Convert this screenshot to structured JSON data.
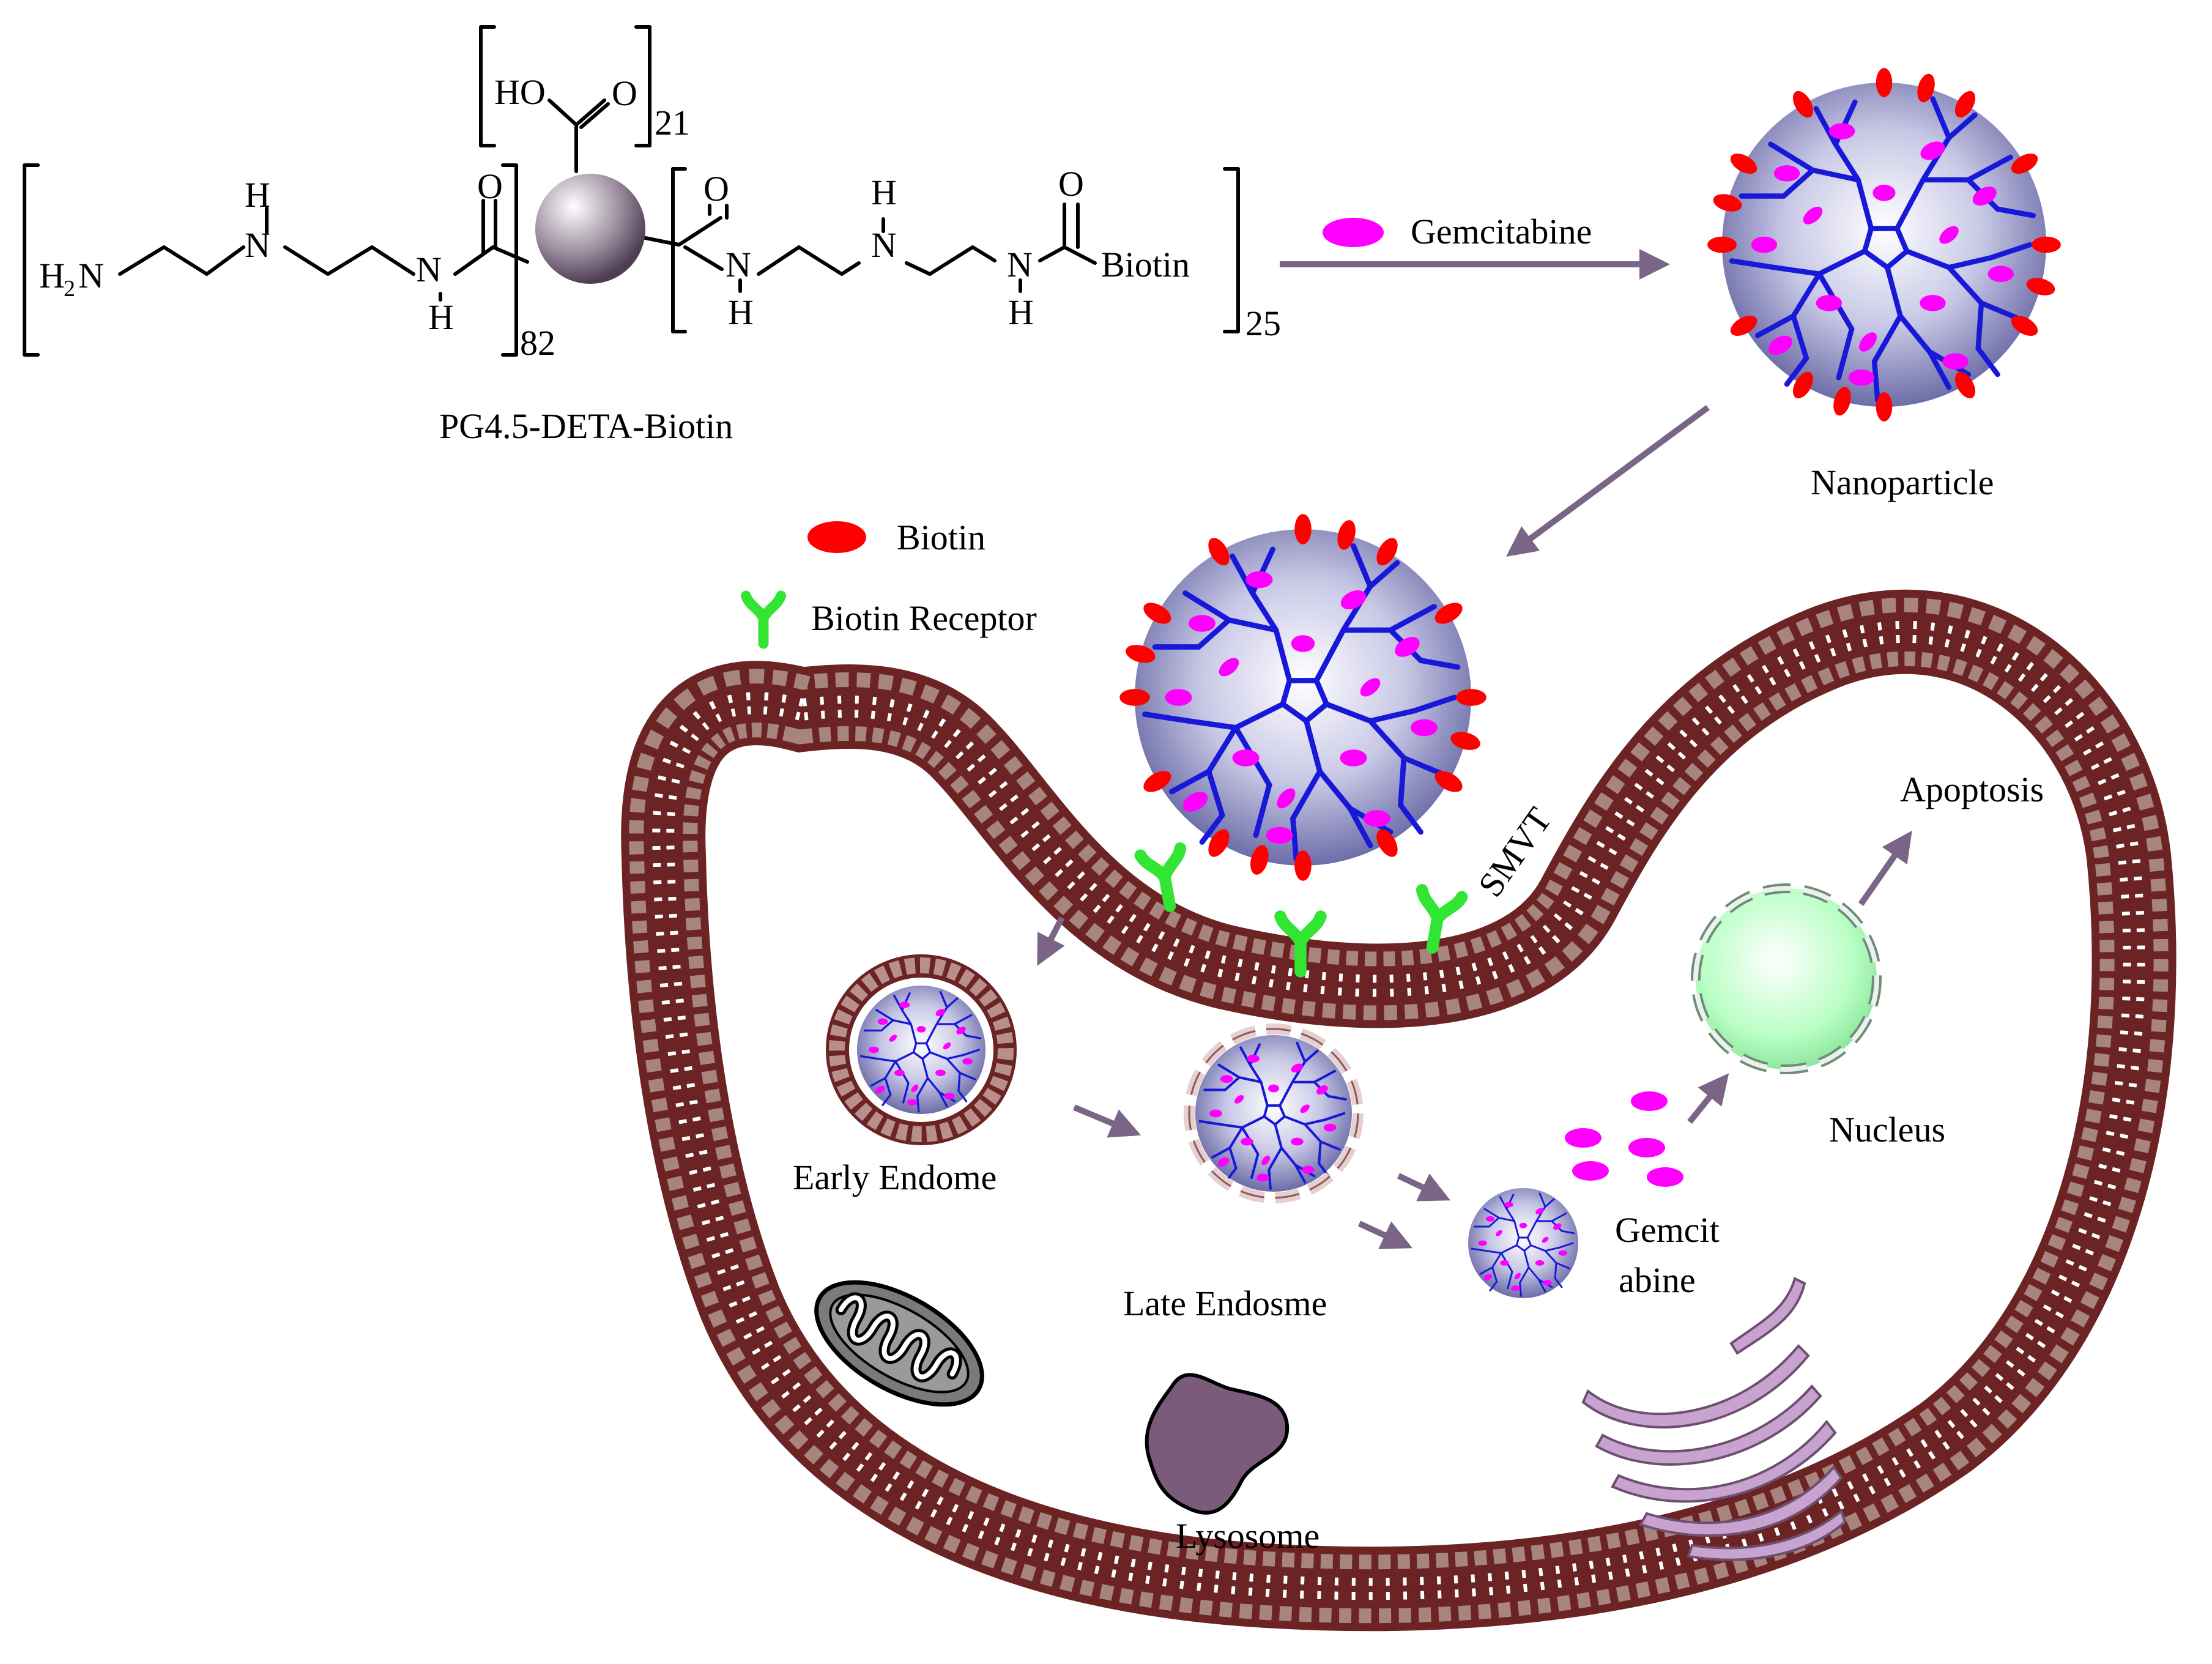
{
  "structure": {
    "oxygen": "O",
    "nitrogen": "N",
    "hydrogen": "H",
    "amine_h": "H",
    "amine_sub": "2",
    "amine_n": "N",
    "acid_group": "HO",
    "biotin_group": "Biotin",
    "sub_21": "21",
    "sub_82": "82",
    "sub_25": "25",
    "name": "PG4.5-DETA-Biotin"
  },
  "legend": {
    "gemcitabine": "Gemcitabine",
    "biotin": "Biotin",
    "biotin_receptor": "Biotin Receptor"
  },
  "labels": {
    "nanoparticle": "Nanoparticle",
    "smvt": "SMVT",
    "apoptosis": "Apoptosis",
    "nucleus": "Nucleus",
    "early_endosome": "Early Endome",
    "late_endosome": "Late Endosme",
    "gemcitabine_line1": "Gemcit",
    "gemcitabine_line2": "abine",
    "lysosome": "Lysosome"
  },
  "colors": {
    "membrane_brown": "#6b2323",
    "arrow_purple": "#7b6587",
    "gemcitabine_magenta": "#ff00ff",
    "biotin_red": "#ff0000",
    "receptor_green": "#33e533",
    "dendrimer_blue": "#1818d8",
    "nucleus_green": "#b9ffc4",
    "organelle_purple": "#c9a3cf",
    "lysosome_purple": "#7a5c7a"
  }
}
